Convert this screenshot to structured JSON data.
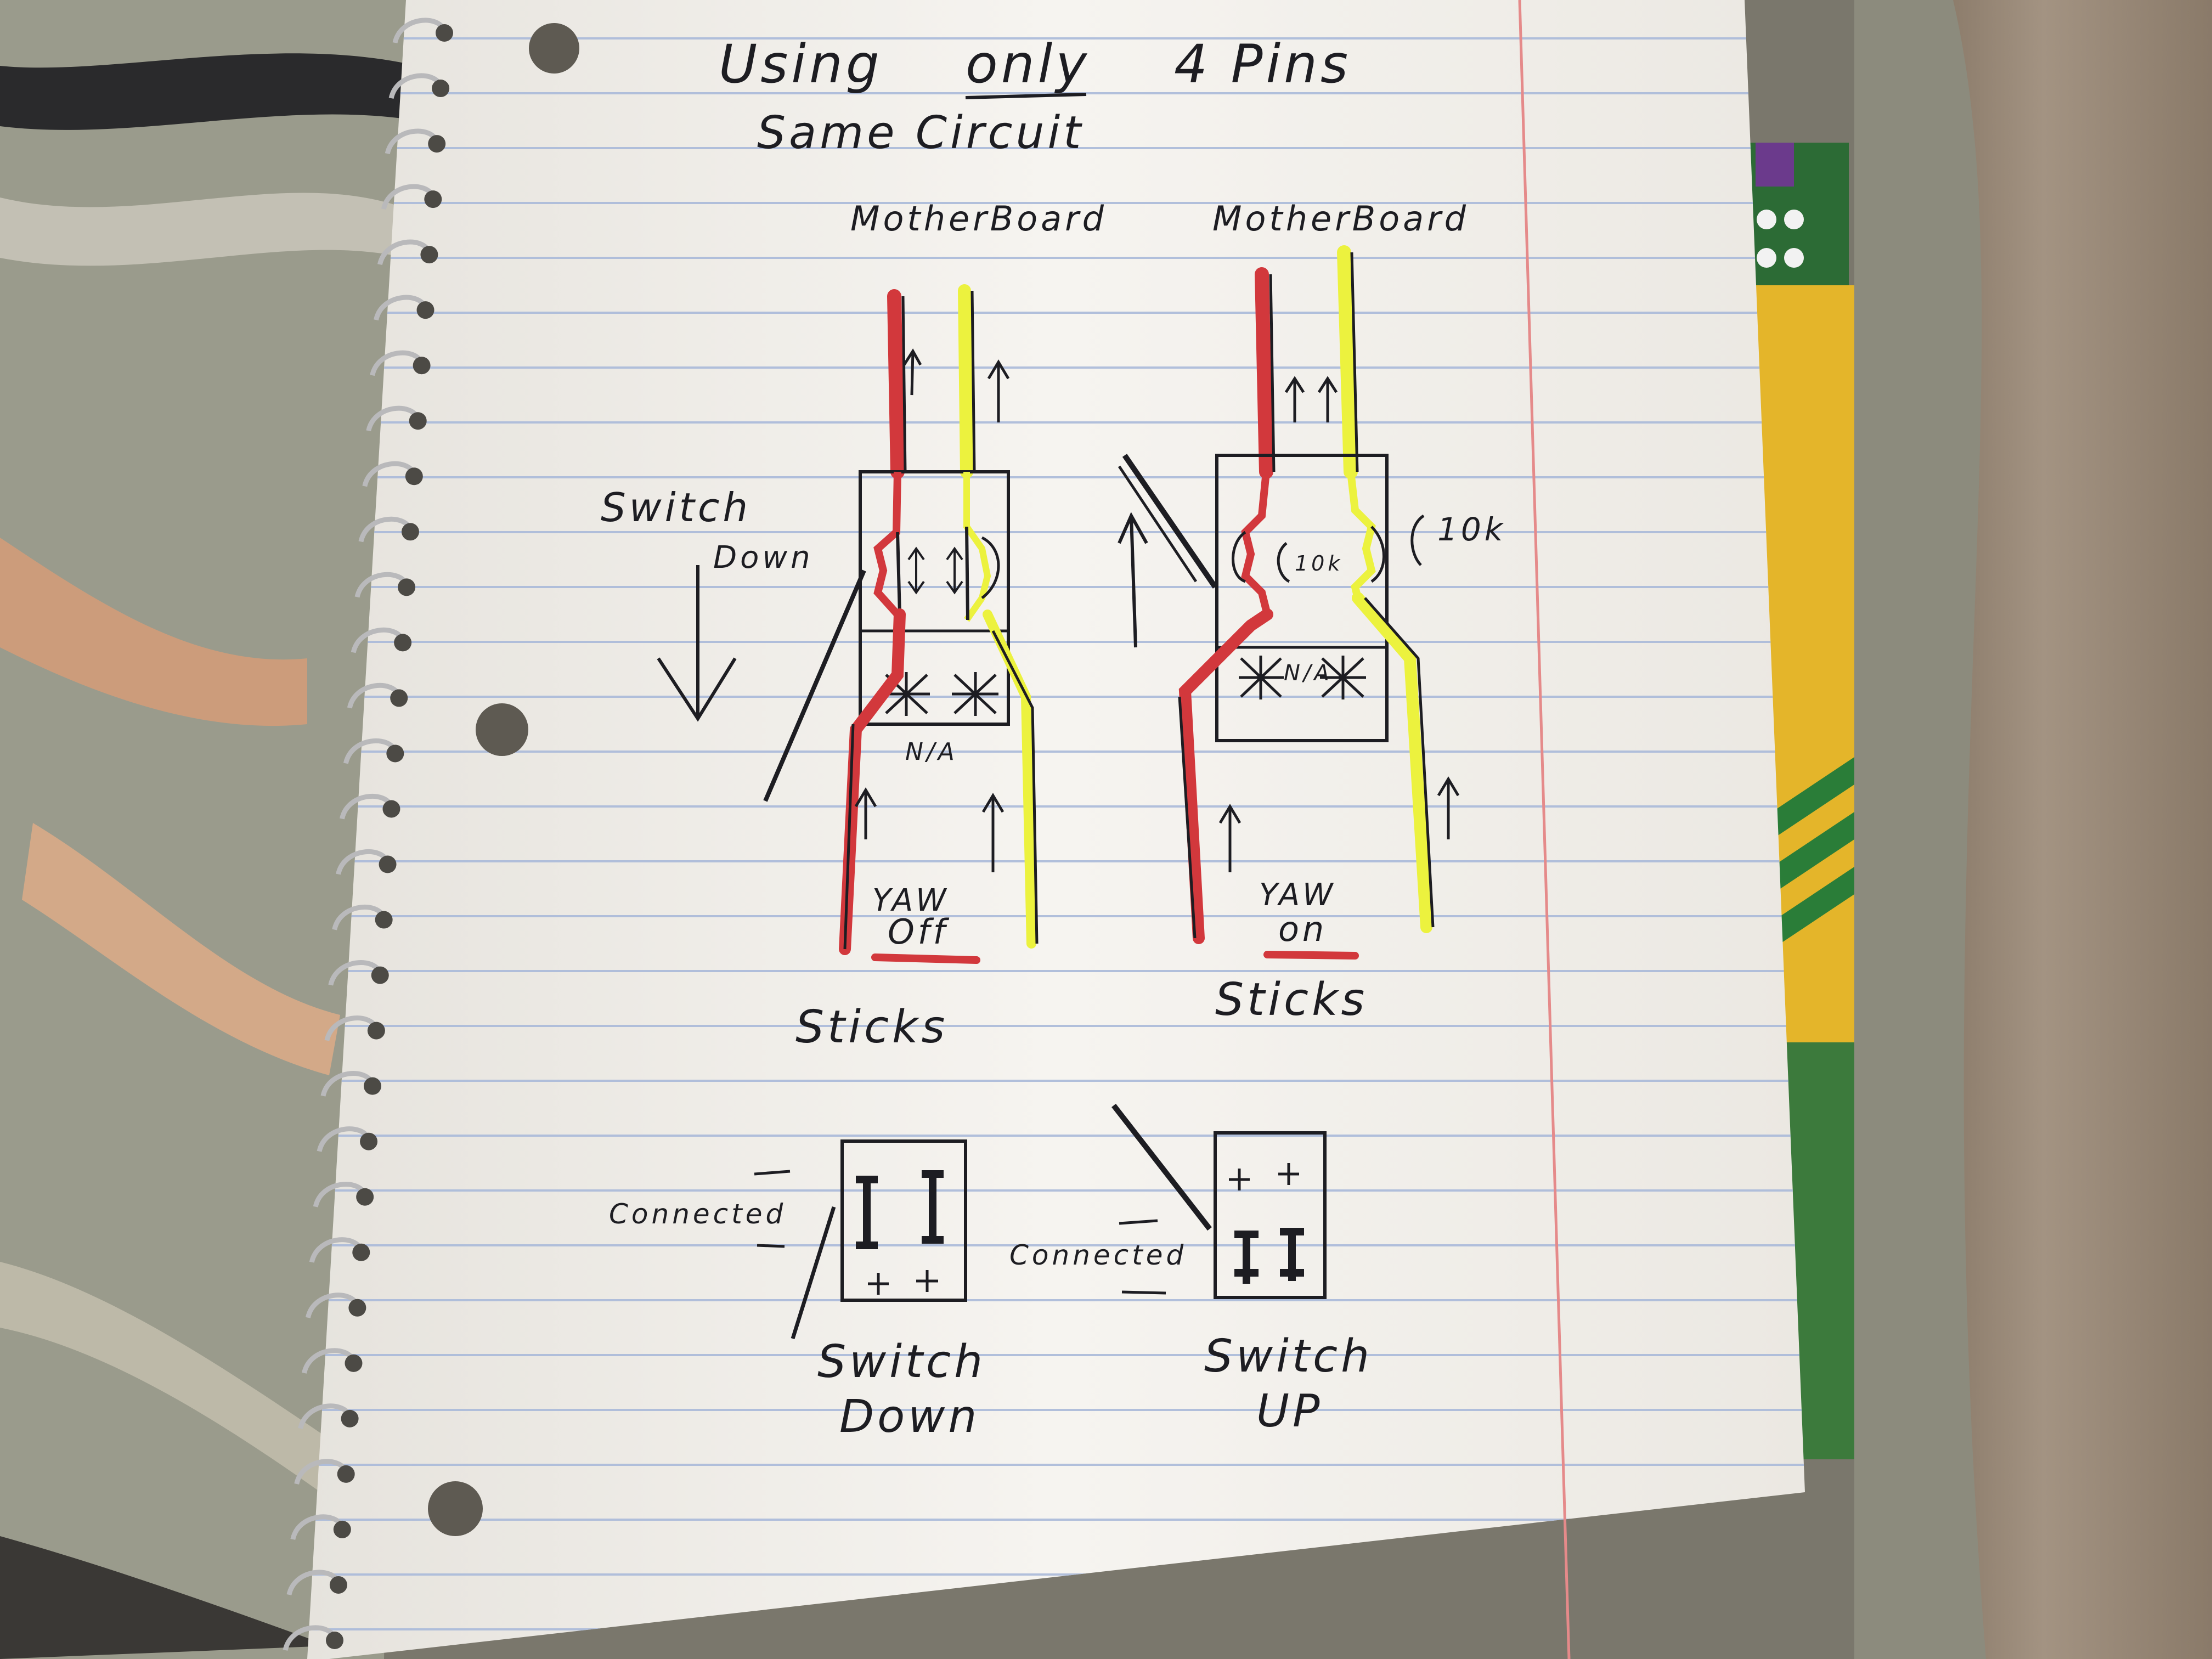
{
  "title": {
    "line1_a": "Using",
    "line1_b": "only",
    "line1_c": "4 Pins",
    "line2": "Same Circuit"
  },
  "left_diagram": {
    "top_label": "MotherBoard",
    "switch_label_1": "Switch",
    "switch_label_2": "Down",
    "na_label": "N/A",
    "mode_top": "YAW",
    "mode_bottom": "Off",
    "bottom_label": "Sticks"
  },
  "right_diagram": {
    "top_label": "MotherBoard",
    "resistor_label_inner": "10k",
    "resistor_label_outer": "10k",
    "na_label": "N/A",
    "mode_top": "YAW",
    "mode_bottom": "on",
    "bottom_label": "Sticks"
  },
  "bottom_left_switch": {
    "side_label": "Connected",
    "caption_1": "Switch",
    "caption_2": "Down"
  },
  "bottom_right_switch": {
    "side_label": "Connected",
    "caption_1": "Switch",
    "caption_2": "UP"
  },
  "colors": {
    "ink": "#1d1d22",
    "red_wire": "#d2383c",
    "yellow_wire": "#ecf23e",
    "paper": "#f4f2ee",
    "rule_line": "#a9b9d9",
    "margin_line": "#e58a8a"
  }
}
